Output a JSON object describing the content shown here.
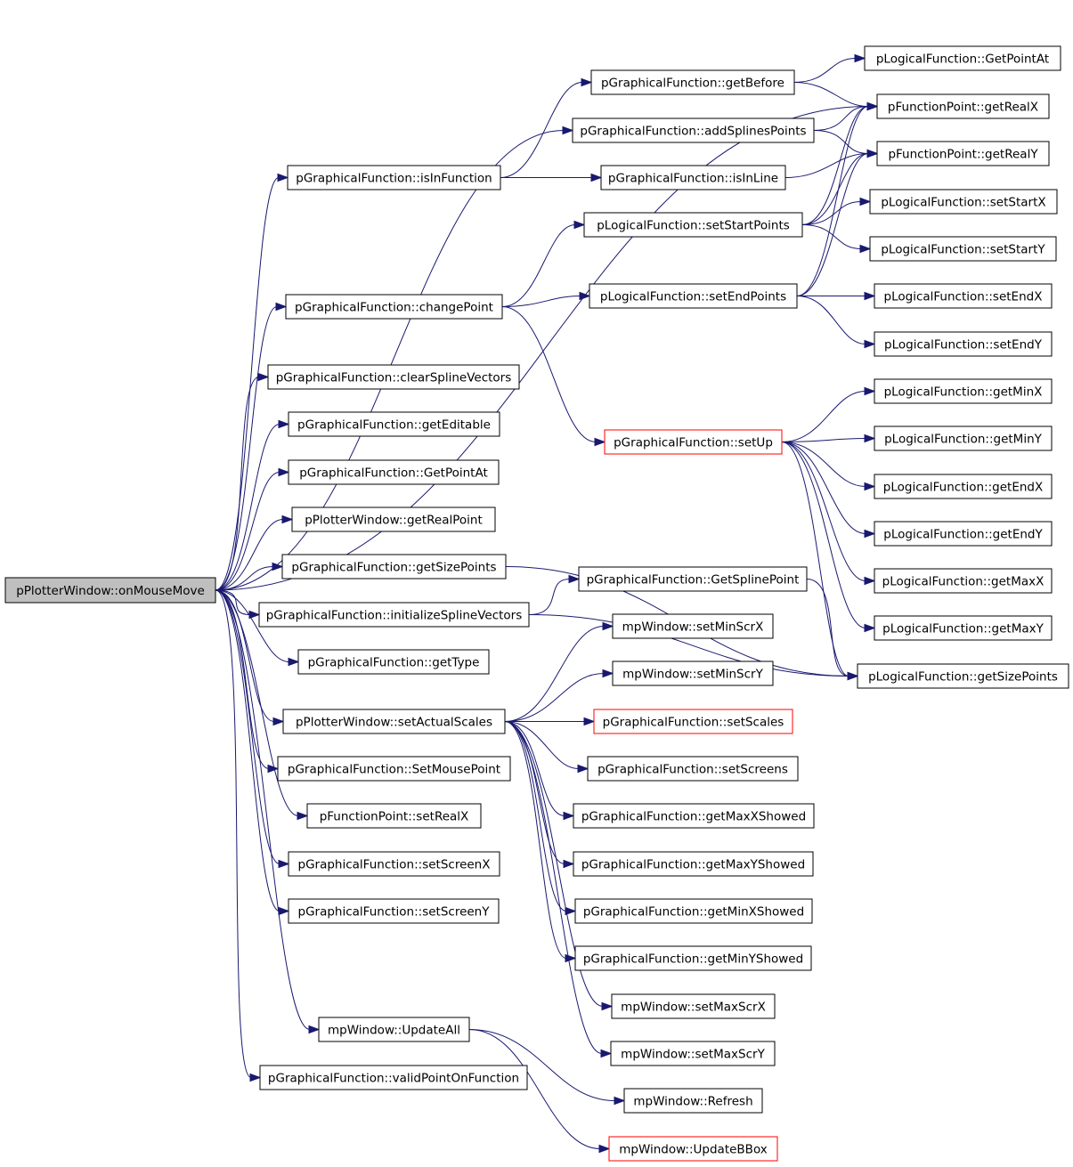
{
  "diagram": {
    "colors": {
      "edge": "#191970",
      "root_fill": "#bfbfbf",
      "node_border": "#000000",
      "truncated_border": "#ff0000"
    },
    "nodes": [
      {
        "id": "root",
        "label": "pPlotterWindow::onMouseMove",
        "style": "root"
      },
      {
        "id": "gf_isInFunction",
        "label": "pGraphicalFunction::isInFunction"
      },
      {
        "id": "gf_changePoint",
        "label": "pGraphicalFunction::changePoint"
      },
      {
        "id": "gf_clearSplineVectors",
        "label": "pGraphicalFunction::clearSplineVectors"
      },
      {
        "id": "gf_getEditable",
        "label": "pGraphicalFunction::getEditable"
      },
      {
        "id": "gf_GetPointAt",
        "label": "pGraphicalFunction::GetPointAt"
      },
      {
        "id": "pw_getRealPoint",
        "label": "pPlotterWindow::getRealPoint"
      },
      {
        "id": "gf_getSizePoints",
        "label": "pGraphicalFunction::getSizePoints"
      },
      {
        "id": "gf_initializeSplineVectors",
        "label": "pGraphicalFunction::initializeSplineVectors"
      },
      {
        "id": "gf_getType",
        "label": "pGraphicalFunction::getType"
      },
      {
        "id": "pw_setActualScales",
        "label": "pPlotterWindow::setActualScales"
      },
      {
        "id": "gf_SetMousePoint",
        "label": "pGraphicalFunction::SetMousePoint"
      },
      {
        "id": "fp_setRealX",
        "label": "pFunctionPoint::setRealX"
      },
      {
        "id": "gf_setScreenX",
        "label": "pGraphicalFunction::setScreenX"
      },
      {
        "id": "gf_setScreenY",
        "label": "pGraphicalFunction::setScreenY"
      },
      {
        "id": "mp_UpdateAll",
        "label": "mpWindow::UpdateAll"
      },
      {
        "id": "gf_validPointOnFunction",
        "label": "pGraphicalFunction::validPointOnFunction"
      },
      {
        "id": "gf_getBefore",
        "label": "pGraphicalFunction::getBefore"
      },
      {
        "id": "gf_addSplinesPoints",
        "label": "pGraphicalFunction::addSplinesPoints"
      },
      {
        "id": "gf_isInLine",
        "label": "pGraphicalFunction::isInLine"
      },
      {
        "id": "lf_setStartPoints",
        "label": "pLogicalFunction::setStartPoints"
      },
      {
        "id": "lf_setEndPoints",
        "label": "pLogicalFunction::setEndPoints"
      },
      {
        "id": "gf_setUp",
        "label": "pGraphicalFunction::setUp",
        "style": "red"
      },
      {
        "id": "gf_GetSplinePoint",
        "label": "pGraphicalFunction::GetSplinePoint"
      },
      {
        "id": "mp_setMinScrX",
        "label": "mpWindow::setMinScrX"
      },
      {
        "id": "mp_setMinScrY",
        "label": "mpWindow::setMinScrY"
      },
      {
        "id": "gf_setScales",
        "label": "pGraphicalFunction::setScales",
        "style": "red"
      },
      {
        "id": "gf_setScreens",
        "label": "pGraphicalFunction::setScreens"
      },
      {
        "id": "gf_getMaxXShowed",
        "label": "pGraphicalFunction::getMaxXShowed"
      },
      {
        "id": "gf_getMaxYShowed",
        "label": "pGraphicalFunction::getMaxYShowed"
      },
      {
        "id": "gf_getMinXShowed",
        "label": "pGraphicalFunction::getMinXShowed"
      },
      {
        "id": "gf_getMinYShowed",
        "label": "pGraphicalFunction::getMinYShowed"
      },
      {
        "id": "mp_setMaxScrX",
        "label": "mpWindow::setMaxScrX"
      },
      {
        "id": "mp_setMaxScrY",
        "label": "mpWindow::setMaxScrY"
      },
      {
        "id": "mp_Refresh",
        "label": "mpWindow::Refresh"
      },
      {
        "id": "mp_UpdateBBox",
        "label": "mpWindow::UpdateBBox",
        "style": "red"
      },
      {
        "id": "lf_GetPointAt",
        "label": "pLogicalFunction::GetPointAt"
      },
      {
        "id": "fp_getRealX",
        "label": "pFunctionPoint::getRealX"
      },
      {
        "id": "fp_getRealY",
        "label": "pFunctionPoint::getRealY"
      },
      {
        "id": "lf_setStartX",
        "label": "pLogicalFunction::setStartX"
      },
      {
        "id": "lf_setStartY",
        "label": "pLogicalFunction::setStartY"
      },
      {
        "id": "lf_setEndX",
        "label": "pLogicalFunction::setEndX"
      },
      {
        "id": "lf_setEndY",
        "label": "pLogicalFunction::setEndY"
      },
      {
        "id": "lf_getMinX",
        "label": "pLogicalFunction::getMinX"
      },
      {
        "id": "lf_getMinY",
        "label": "pLogicalFunction::getMinY"
      },
      {
        "id": "lf_getEndX",
        "label": "pLogicalFunction::getEndX"
      },
      {
        "id": "lf_getEndY",
        "label": "pLogicalFunction::getEndY"
      },
      {
        "id": "lf_getMaxX",
        "label": "pLogicalFunction::getMaxX"
      },
      {
        "id": "lf_getMaxY",
        "label": "pLogicalFunction::getMaxY"
      },
      {
        "id": "lf_getSizePoints",
        "label": "pLogicalFunction::getSizePoints"
      }
    ],
    "edges": [
      [
        "root",
        "gf_isInFunction"
      ],
      [
        "root",
        "gf_changePoint"
      ],
      [
        "root",
        "gf_clearSplineVectors"
      ],
      [
        "root",
        "gf_getEditable"
      ],
      [
        "root",
        "gf_GetPointAt"
      ],
      [
        "root",
        "pw_getRealPoint"
      ],
      [
        "root",
        "gf_getSizePoints"
      ],
      [
        "root",
        "gf_initializeSplineVectors"
      ],
      [
        "root",
        "gf_getType"
      ],
      [
        "root",
        "pw_setActualScales"
      ],
      [
        "root",
        "gf_SetMousePoint"
      ],
      [
        "root",
        "fp_setRealX"
      ],
      [
        "root",
        "gf_setScreenX"
      ],
      [
        "root",
        "gf_setScreenY"
      ],
      [
        "root",
        "mp_UpdateAll"
      ],
      [
        "root",
        "gf_validPointOnFunction"
      ],
      [
        "root",
        "gf_addSplinesPoints"
      ],
      [
        "root",
        "fp_getRealX"
      ],
      [
        "gf_isInFunction",
        "gf_getBefore"
      ],
      [
        "gf_isInFunction",
        "gf_isInLine"
      ],
      [
        "gf_getBefore",
        "lf_GetPointAt"
      ],
      [
        "gf_getBefore",
        "fp_getRealX"
      ],
      [
        "gf_addSplinesPoints",
        "fp_getRealX"
      ],
      [
        "gf_addSplinesPoints",
        "fp_getRealY"
      ],
      [
        "gf_isInLine",
        "fp_getRealY"
      ],
      [
        "gf_changePoint",
        "lf_setStartPoints"
      ],
      [
        "gf_changePoint",
        "lf_setEndPoints"
      ],
      [
        "gf_changePoint",
        "gf_setUp"
      ],
      [
        "lf_setStartPoints",
        "lf_setStartX"
      ],
      [
        "lf_setStartPoints",
        "lf_setStartY"
      ],
      [
        "lf_setStartPoints",
        "fp_getRealX"
      ],
      [
        "lf_setStartPoints",
        "fp_getRealY"
      ],
      [
        "lf_setEndPoints",
        "lf_setEndX"
      ],
      [
        "lf_setEndPoints",
        "lf_setEndY"
      ],
      [
        "lf_setEndPoints",
        "fp_getRealX"
      ],
      [
        "lf_setEndPoints",
        "fp_getRealY"
      ],
      [
        "gf_setUp",
        "lf_getMinX"
      ],
      [
        "gf_setUp",
        "lf_getMinY"
      ],
      [
        "gf_setUp",
        "lf_getEndX"
      ],
      [
        "gf_setUp",
        "lf_getEndY"
      ],
      [
        "gf_setUp",
        "lf_getMaxX"
      ],
      [
        "gf_setUp",
        "lf_getMaxY"
      ],
      [
        "gf_setUp",
        "lf_getSizePoints"
      ],
      [
        "gf_getSizePoints",
        "lf_getSizePoints"
      ],
      [
        "gf_initializeSplineVectors",
        "gf_GetSplinePoint"
      ],
      [
        "gf_initializeSplineVectors",
        "lf_getSizePoints"
      ],
      [
        "gf_GetSplinePoint",
        "lf_getSizePoints"
      ],
      [
        "pw_setActualScales",
        "mp_setMinScrX"
      ],
      [
        "pw_setActualScales",
        "mp_setMinScrY"
      ],
      [
        "pw_setActualScales",
        "gf_setScales"
      ],
      [
        "pw_setActualScales",
        "gf_setScreens"
      ],
      [
        "pw_setActualScales",
        "gf_getMaxXShowed"
      ],
      [
        "pw_setActualScales",
        "gf_getMaxYShowed"
      ],
      [
        "pw_setActualScales",
        "gf_getMinXShowed"
      ],
      [
        "pw_setActualScales",
        "gf_getMinYShowed"
      ],
      [
        "pw_setActualScales",
        "mp_setMaxScrX"
      ],
      [
        "pw_setActualScales",
        "mp_setMaxScrY"
      ],
      [
        "mp_UpdateAll",
        "mp_Refresh"
      ],
      [
        "mp_UpdateAll",
        "mp_UpdateBBox"
      ]
    ]
  }
}
